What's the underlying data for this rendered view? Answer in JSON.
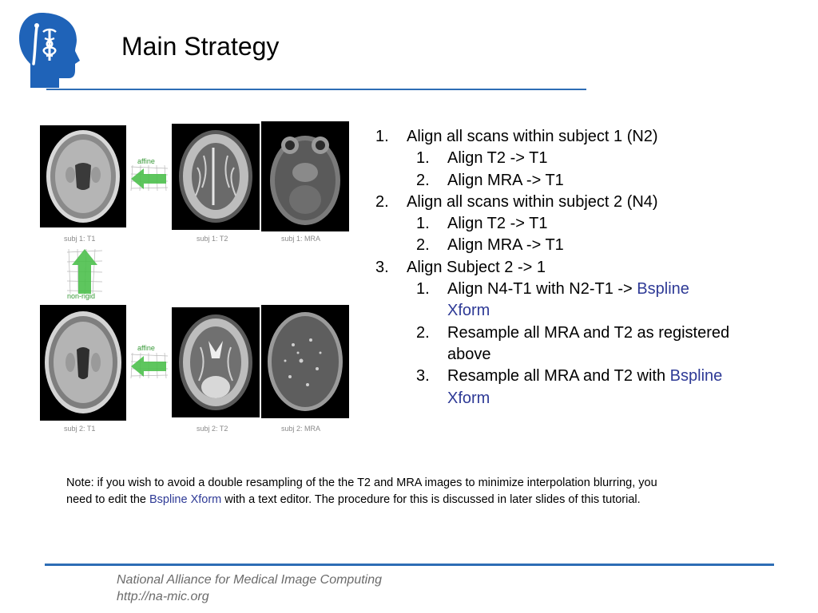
{
  "slide": {
    "title": "Main Strategy"
  },
  "figure": {
    "label_affine_top": "affine",
    "label_affine_bottom": "affine",
    "label_nonrigid": "non-rigid",
    "captions": {
      "s1_t1": "subj 1: T1",
      "s1_t2": "subj 1: T2",
      "s1_mra": "subj 1: MRA",
      "s2_t1": "subj 2: T1",
      "s2_t2": "subj 2: T2",
      "s2_mra": "subj 2: MRA"
    }
  },
  "steps": {
    "items": [
      {
        "num": "1.",
        "text": "Align all scans within subject 1 (N2)",
        "sub": [
          {
            "num": "1.",
            "text": "Align T2 -> T1"
          },
          {
            "num": "2.",
            "text": "Align MRA -> T1"
          }
        ]
      },
      {
        "num": "2.",
        "text": "Align all scans within subject 2 (N4)",
        "sub": [
          {
            "num": "1.",
            "text": "Align T2 -> T1"
          },
          {
            "num": "2.",
            "text": "Align MRA -> T1"
          }
        ]
      },
      {
        "num": "3.",
        "text": "Align Subject 2 -> 1",
        "sub": [
          {
            "num": "1.",
            "text": "Align N4-T1 with N2-T1 -> ",
            "link": "Bspline Xform"
          },
          {
            "num": "2.",
            "text": "Resample all MRA and T2 as registered above"
          },
          {
            "num": "3.",
            "text": "Resample all MRA and T2 with ",
            "link": "Bspline Xform"
          }
        ]
      }
    ]
  },
  "note": {
    "before": "Note: if you wish to avoid a double resampling of the the T2 and MRA images to minimize interpolation blurring, you need to edit the ",
    "link": "Bspline Xform",
    "after": " with a text editor. The procedure for this is discussed in later slides of this tutorial."
  },
  "footer": {
    "line1": "National Alliance for Medical Image Computing",
    "line2": "http://na-mic.org"
  },
  "colors": {
    "rule": "#2d6db5",
    "link": "#2e3a96",
    "arrow": "#4cc04c",
    "footer_text": "#6b6b6b"
  }
}
